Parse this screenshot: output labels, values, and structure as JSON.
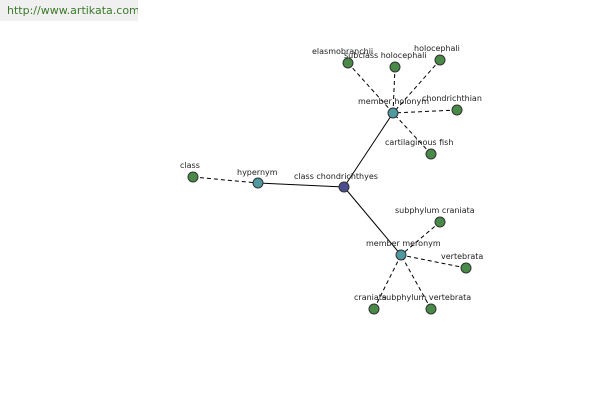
{
  "header": {
    "url": "http://www.artikata.com"
  },
  "graph": {
    "root": {
      "id": "root",
      "label": "class chondrichthyes",
      "type": "root"
    },
    "relations": [
      {
        "id": "hypernym",
        "label": "hypernym",
        "type": "relation",
        "parent": "root"
      },
      {
        "id": "holonym",
        "label": "member holonym",
        "type": "relation",
        "parent": "root"
      },
      {
        "id": "meronym",
        "label": "member meronym",
        "type": "relation",
        "parent": "root"
      }
    ],
    "leaves": [
      {
        "id": "class",
        "label": "class",
        "parent": "hypernym"
      },
      {
        "id": "elasmobranchii",
        "label": "elasmobranchii",
        "parent": "holonym"
      },
      {
        "id": "subclass-holocephali",
        "label": "subclass holocephali",
        "parent": "holonym"
      },
      {
        "id": "holocephali",
        "label": "holocephali",
        "parent": "holonym"
      },
      {
        "id": "chondrichthian",
        "label": "chondrichthian",
        "parent": "holonym"
      },
      {
        "id": "cartilaginous-fish",
        "label": "cartilaginous fish",
        "parent": "holonym"
      },
      {
        "id": "subphylum-craniata",
        "label": "subphylum craniata",
        "parent": "meronym"
      },
      {
        "id": "vertebrata",
        "label": "vertebrata",
        "parent": "meronym"
      },
      {
        "id": "craniata",
        "label": "craniata",
        "parent": "meronym"
      },
      {
        "id": "subphylum-vertebrata",
        "label": "subphylum vertebrata",
        "parent": "meronym"
      }
    ]
  },
  "colors": {
    "leaf": "#4a8a48",
    "relation": "#4f9aa0",
    "root": "#4a4e90",
    "url_text": "#3a7a2a"
  }
}
